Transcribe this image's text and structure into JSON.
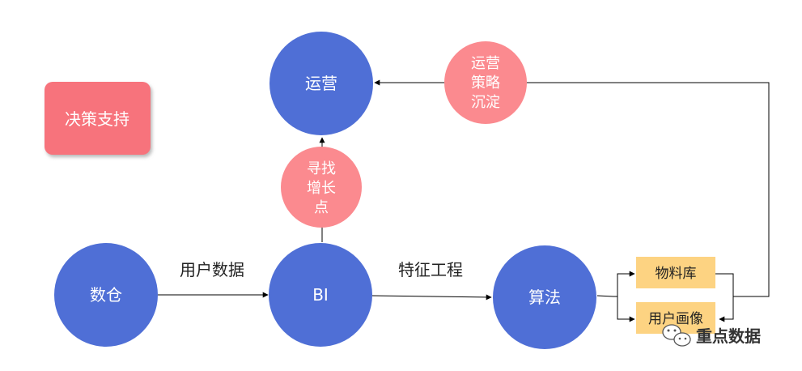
{
  "colors": {
    "blue_node": "#4f6fd6",
    "pink_bubble": "#fb8a8f",
    "legend_red": "#f7737b",
    "orange_box": "#fdd382",
    "line": "#000000"
  },
  "legend": {
    "label": "决策支持"
  },
  "nodes": {
    "shucang": "数仓",
    "bi": "BI",
    "suanfa": "算法",
    "yunying": "运营"
  },
  "edges": {
    "shucang_to_bi": "用户数据",
    "bi_to_suanfa": "特征工程"
  },
  "bubbles": {
    "growth": [
      "寻找",
      "增长",
      "点"
    ],
    "strategy": [
      "运营",
      "策略",
      "沉淀"
    ]
  },
  "boxes": {
    "material": "物料库",
    "profile": "用户画像"
  },
  "watermark": {
    "text": "重点数据",
    "icon": "wechat-icon"
  }
}
